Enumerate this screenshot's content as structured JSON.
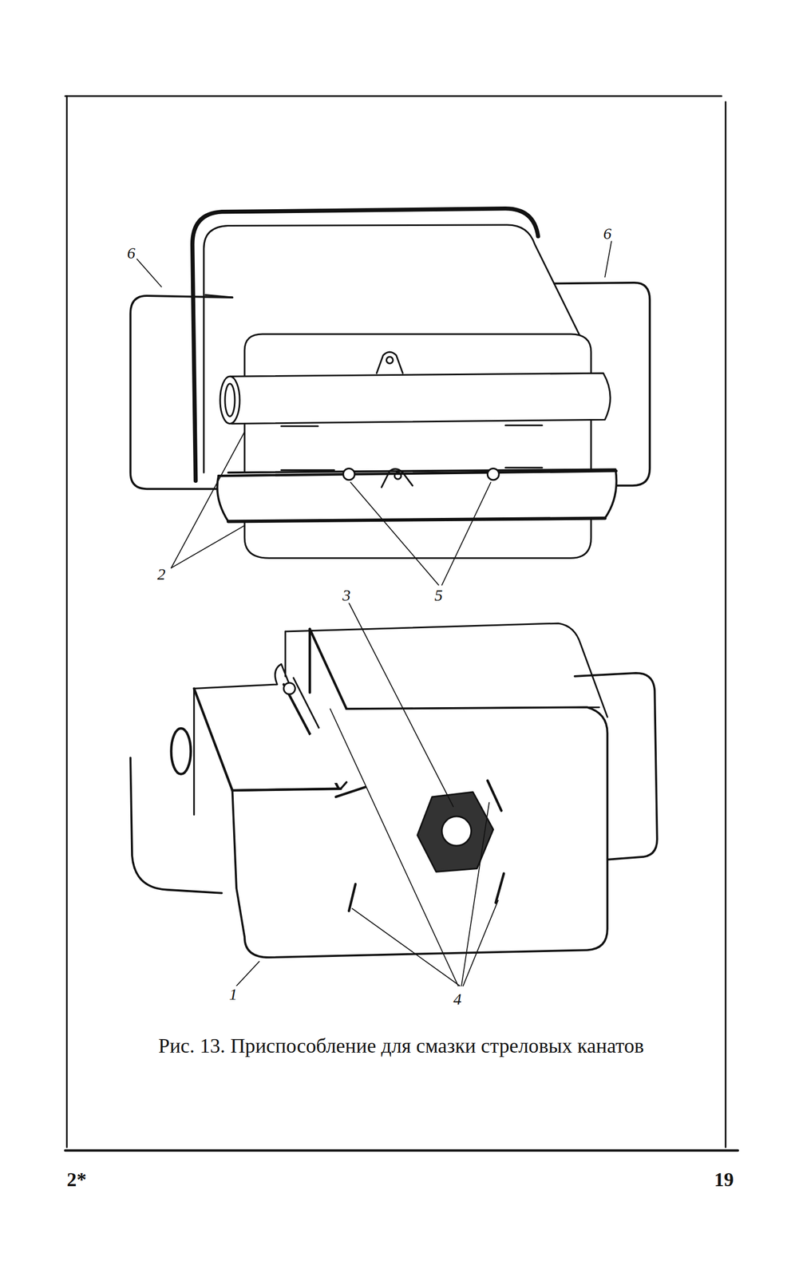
{
  "diagram": {
    "caption": "Рис. 13. Приспособление для смазки стреловых канатов",
    "labels": [
      "6",
      "6",
      "2",
      "5",
      "3",
      "4",
      "1",
      "2*",
      "19"
    ]
  }
}
